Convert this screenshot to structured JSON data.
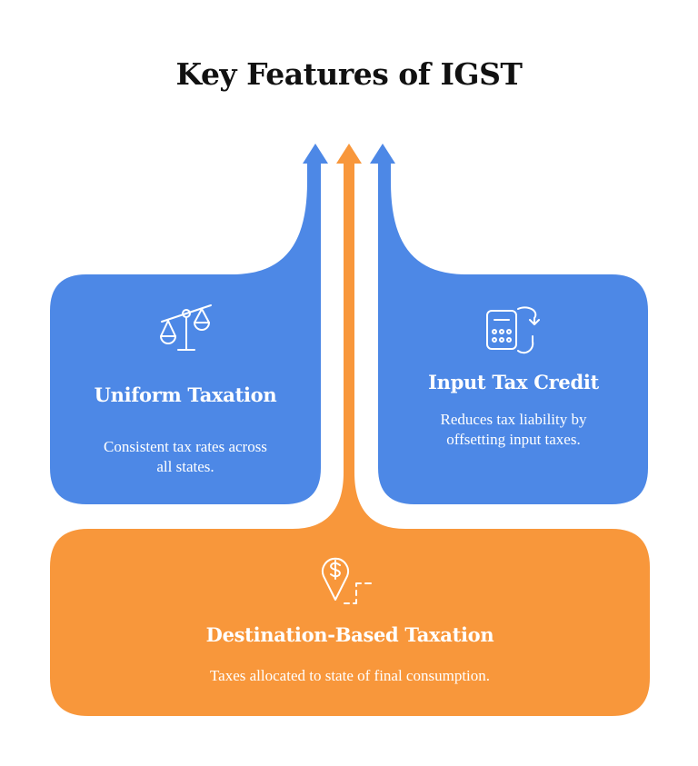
{
  "title": "Key Features of IGST",
  "colors": {
    "blue": "#4d88e6",
    "orange": "#f8973b",
    "background": "#ffffff",
    "title": "#111111",
    "text_on_card": "#ffffff"
  },
  "features": [
    {
      "id": "uniform-taxation",
      "icon": "balance-scale-icon",
      "title": "Uniform Taxation",
      "description_lines": [
        "Consistent tax rates across",
        "all states."
      ],
      "color": "blue"
    },
    {
      "id": "input-tax-credit",
      "icon": "calculator-refresh-icon",
      "title": "Input Tax Credit",
      "description_lines": [
        "Reduces tax liability by",
        "offsetting input taxes."
      ],
      "color": "blue"
    },
    {
      "id": "destination-based-taxation",
      "icon": "location-dollar-pin-icon",
      "title": "Destination-Based Taxation",
      "description_lines": [
        "Taxes allocated to state of final consumption."
      ],
      "color": "orange"
    }
  ]
}
